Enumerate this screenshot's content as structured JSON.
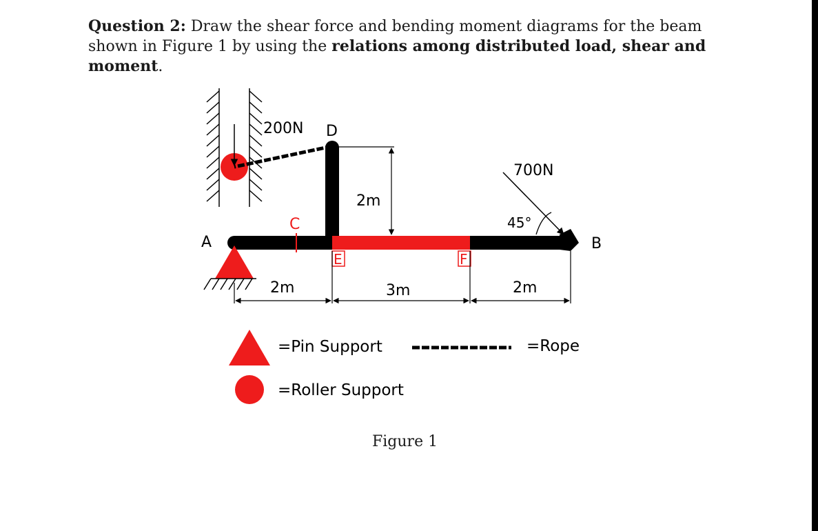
{
  "question": {
    "label": "Question 2:",
    "text_part1": " Draw the shear force and bending moment diagrams for the beam shown in Figure 1 by using the ",
    "bold_part": "relations among distributed load, shear and moment",
    "text_part2": "."
  },
  "figure": {
    "force_200": "200N",
    "force_700": "700N",
    "angle": "45°",
    "points": {
      "A": "A",
      "B": "B",
      "C": "C",
      "D": "D",
      "E": "E",
      "F": "F"
    },
    "dims": {
      "ac_e": "2m",
      "ef": "3m",
      "fb": "2m",
      "de_height": "2m"
    }
  },
  "legend": {
    "pin": "=Pin Support",
    "roller": "=Roller Support",
    "rope": "=Rope"
  },
  "caption": "Figure 1",
  "colors": {
    "support_red": "#ee1c1c",
    "beam_black": "#000000"
  }
}
